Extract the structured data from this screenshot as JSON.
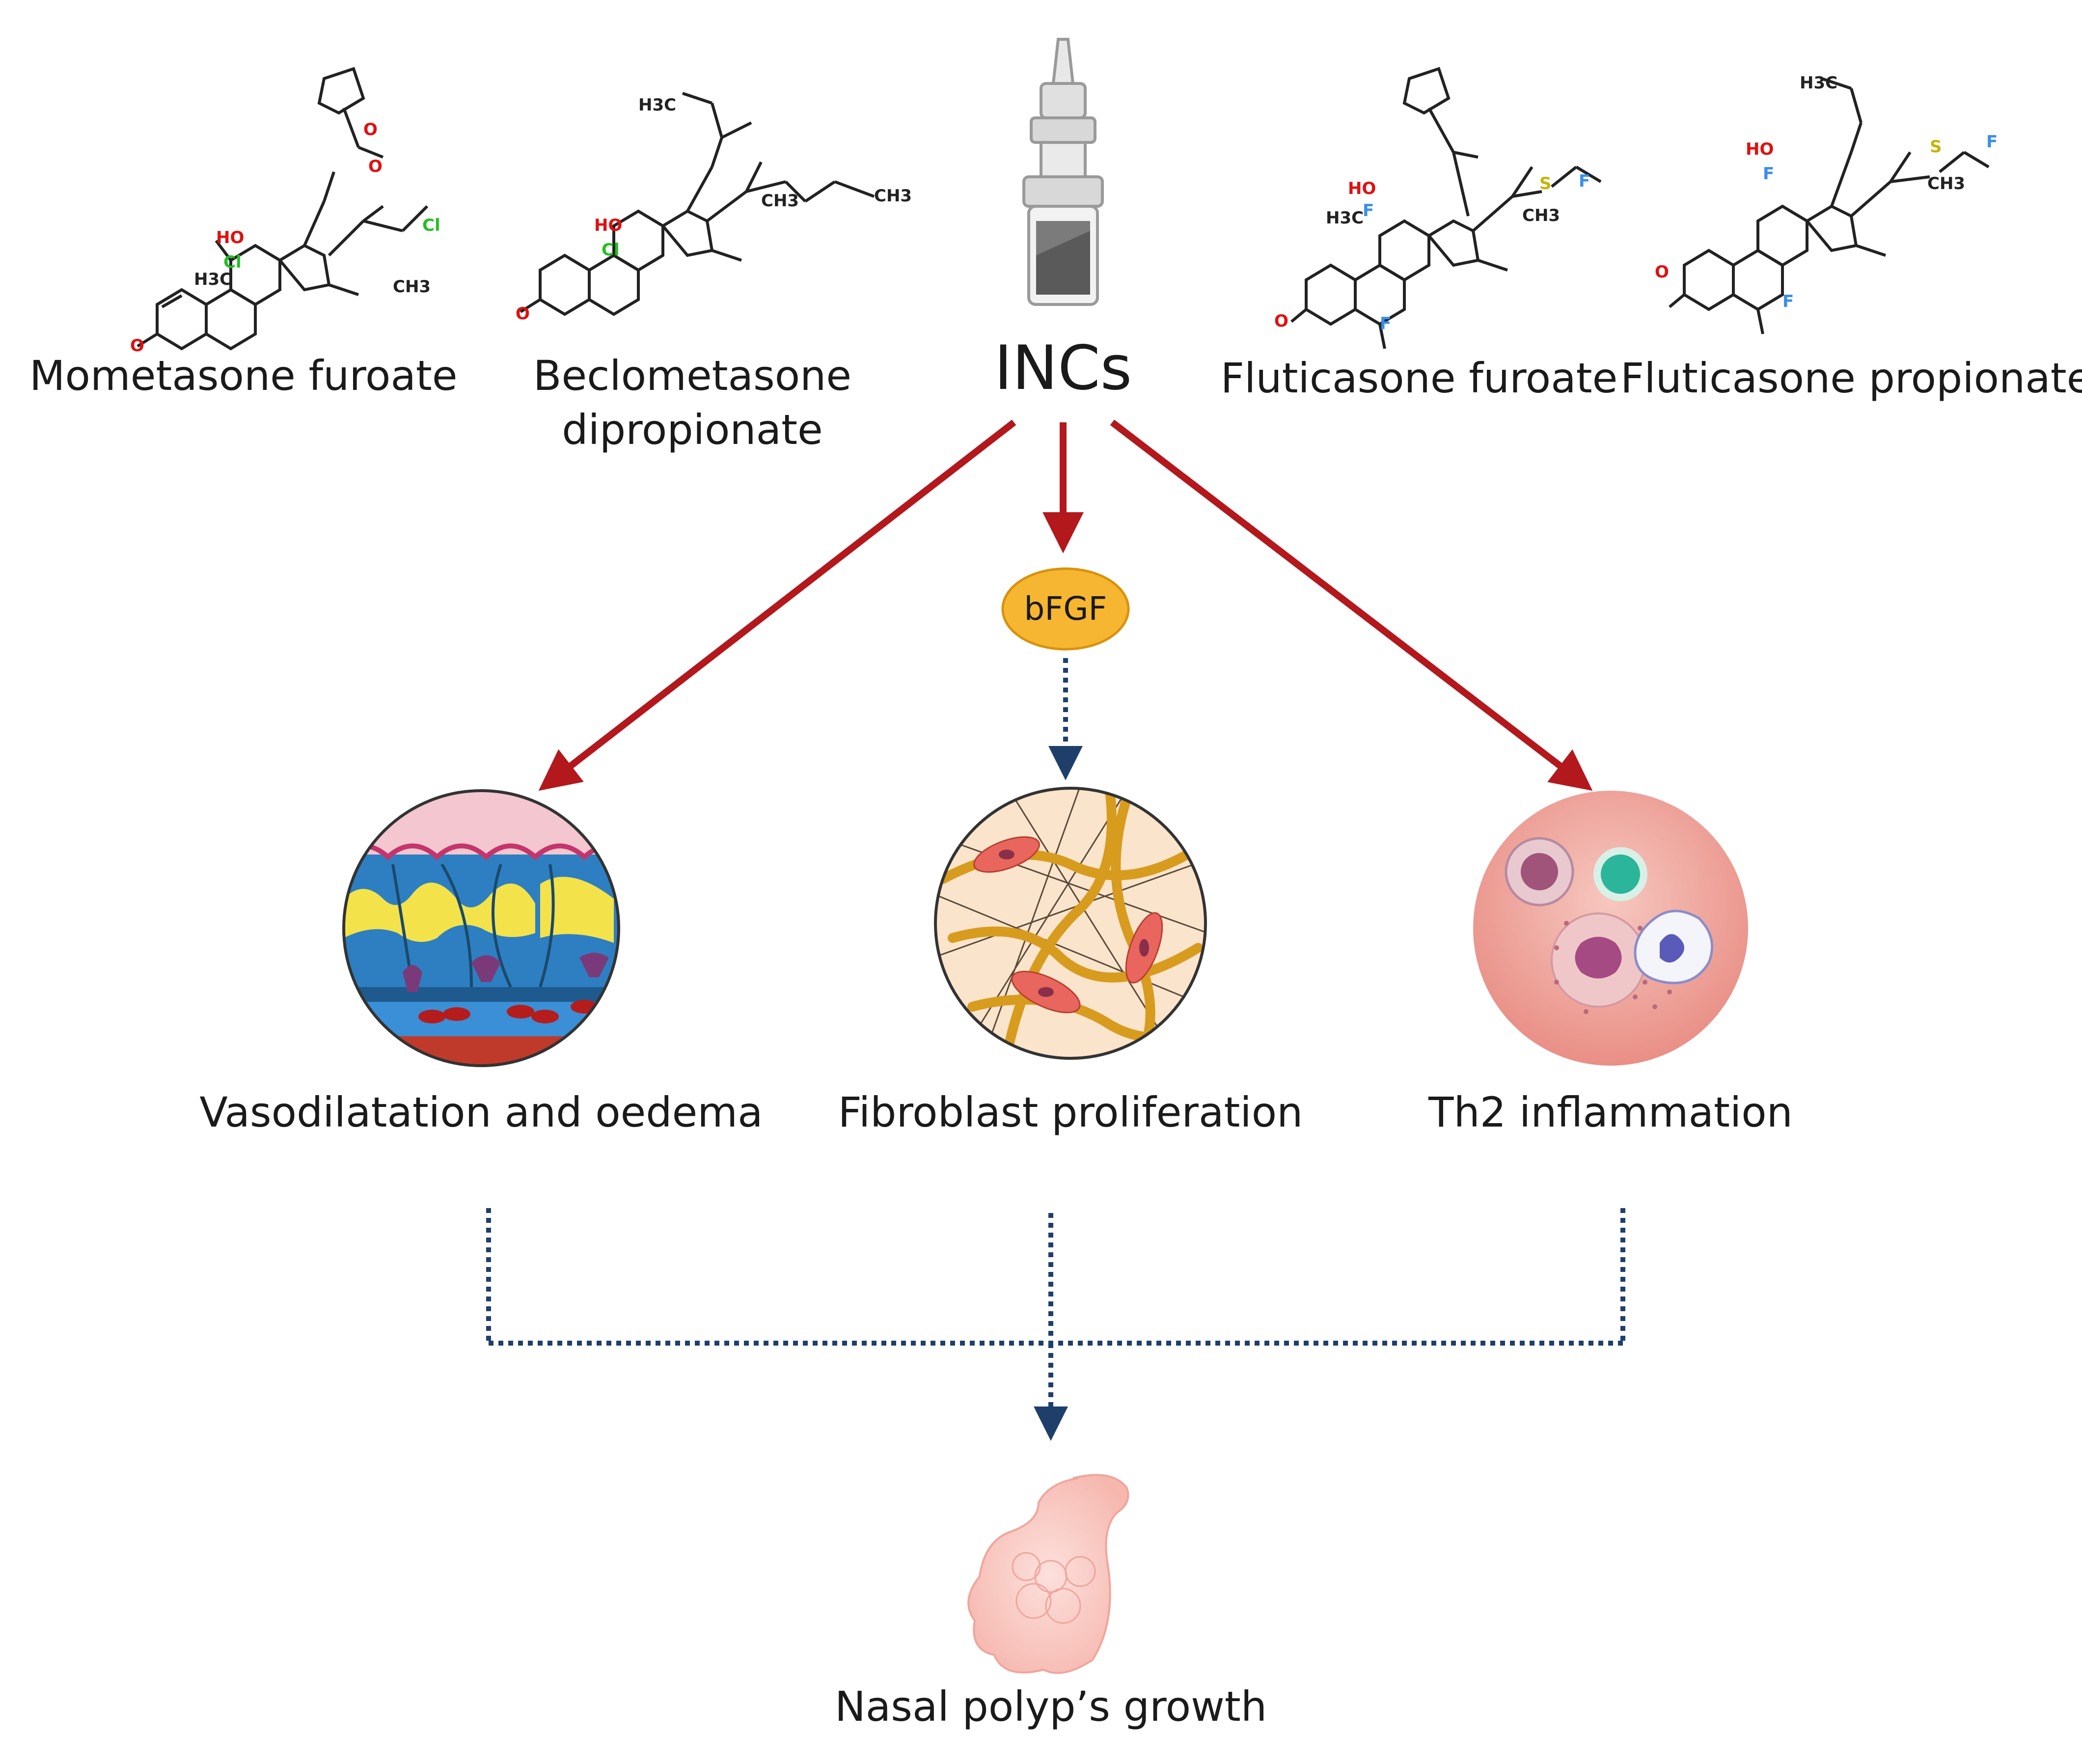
{
  "drugs": {
    "mometasone": "Mometasone furoate",
    "beclometasone": "Beclometasone dipropionate",
    "fluticasone_furoate": "Fluticasone furoate",
    "fluticasone_propionate": "Fluticasone propionate"
  },
  "center": {
    "title": "INCs",
    "mediator": "bFGF"
  },
  "effects": {
    "vaso": "Vasodilatation and oedema",
    "fibro": "Fibroblast proliferation",
    "th2": "Th2 inflammation"
  },
  "outcome": "Nasal polyp’s growth",
  "atoms": {
    "ho": "HO",
    "o": "O",
    "cl": "Cl",
    "f": "F",
    "s": "S",
    "ch3": "CH3",
    "h3c": "H3C"
  },
  "colors": {
    "arrow_red": "#b3181c",
    "dotted_blue": "#1f3f6b",
    "bfgf_fill": "#f6b631",
    "oxygen": "#e01010",
    "chlorine": "#22c022",
    "fluorine": "#3b8ee8",
    "sulfur": "#c8b400"
  }
}
